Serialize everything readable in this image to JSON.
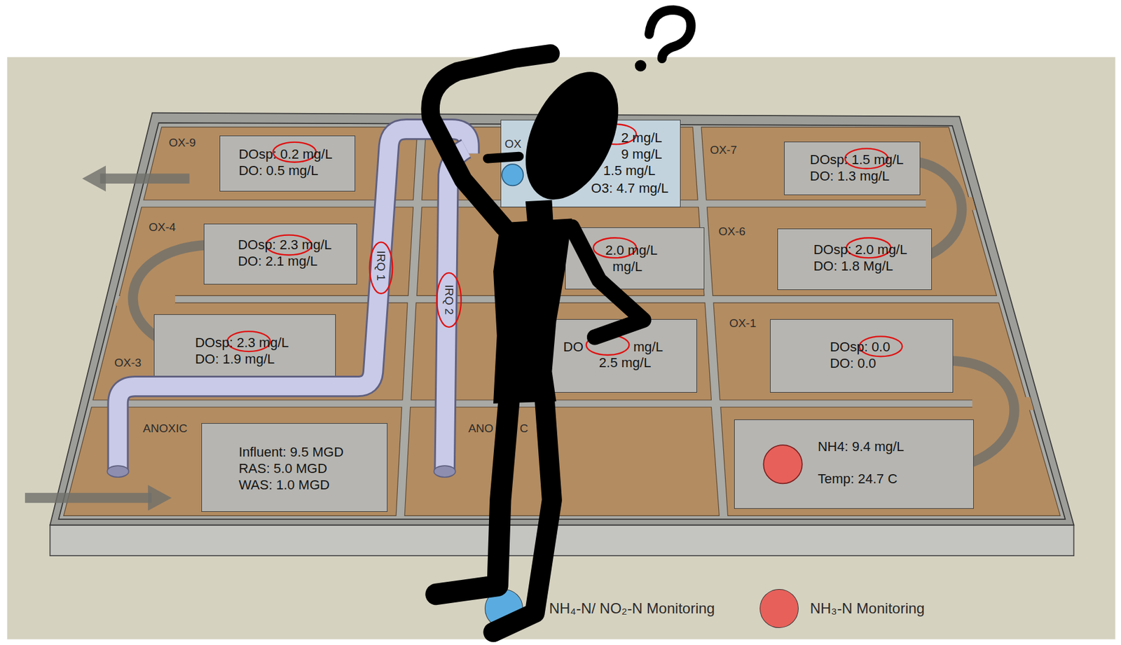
{
  "diagram": {
    "nodes": [
      {
        "text": [
          "DOsp: 0.2 mg/L",
          "DO: 0.5 mg/L"
        ]
      },
      {
        "text": [
          "2 mg/L",
          "9 mg/L",
          "1.5 mg/L",
          "O3: 4.7 mg/L"
        ]
      },
      {
        "text": [
          "DOsp: 1.5 mg/L",
          "DO: 1.3 mg/L"
        ]
      },
      {
        "text": [
          "DOsp: 2.3 mg/L",
          "DO: 2.1 mg/L"
        ]
      },
      {
        "text": [
          "2.0 mg/L",
          "mg/L"
        ]
      },
      {
        "text": [
          "DOsp: 2.0 mg/L",
          "DO: 1.8 Mg/L"
        ]
      },
      {
        "text": [
          "DOsp: 2.3 mg/L",
          "DO: 1.9 mg/L"
        ]
      },
      {
        "text": [
          "DO",
          "mg/L",
          "2.5 mg/L"
        ]
      },
      {
        "text": [
          "DOsp: 0.0",
          "DO: 0.0"
        ]
      },
      {
        "text": [
          "Influent: 9.5 MGD",
          "RAS: 5.0 MGD",
          "WAS: 1.0 MGD"
        ]
      },
      {
        "text": [
          "NH4: 9.4 mg/L",
          "Temp: 24.7 C"
        ]
      }
    ],
    "labels": [
      "OX-9",
      "OX",
      "OX-7",
      "OX-4",
      "OX-6",
      "OX-3",
      "OX-1",
      "ANOXIC",
      "ANO",
      "C",
      "IRQ 1",
      "IRQ 2"
    ],
    "legend": [
      {
        "text": "NH₄-N/ NO₂-N Monitoring",
        "color": "#5aace0"
      },
      {
        "text": "NH₃-N Monitoring",
        "color": "#e8605a"
      }
    ]
  }
}
